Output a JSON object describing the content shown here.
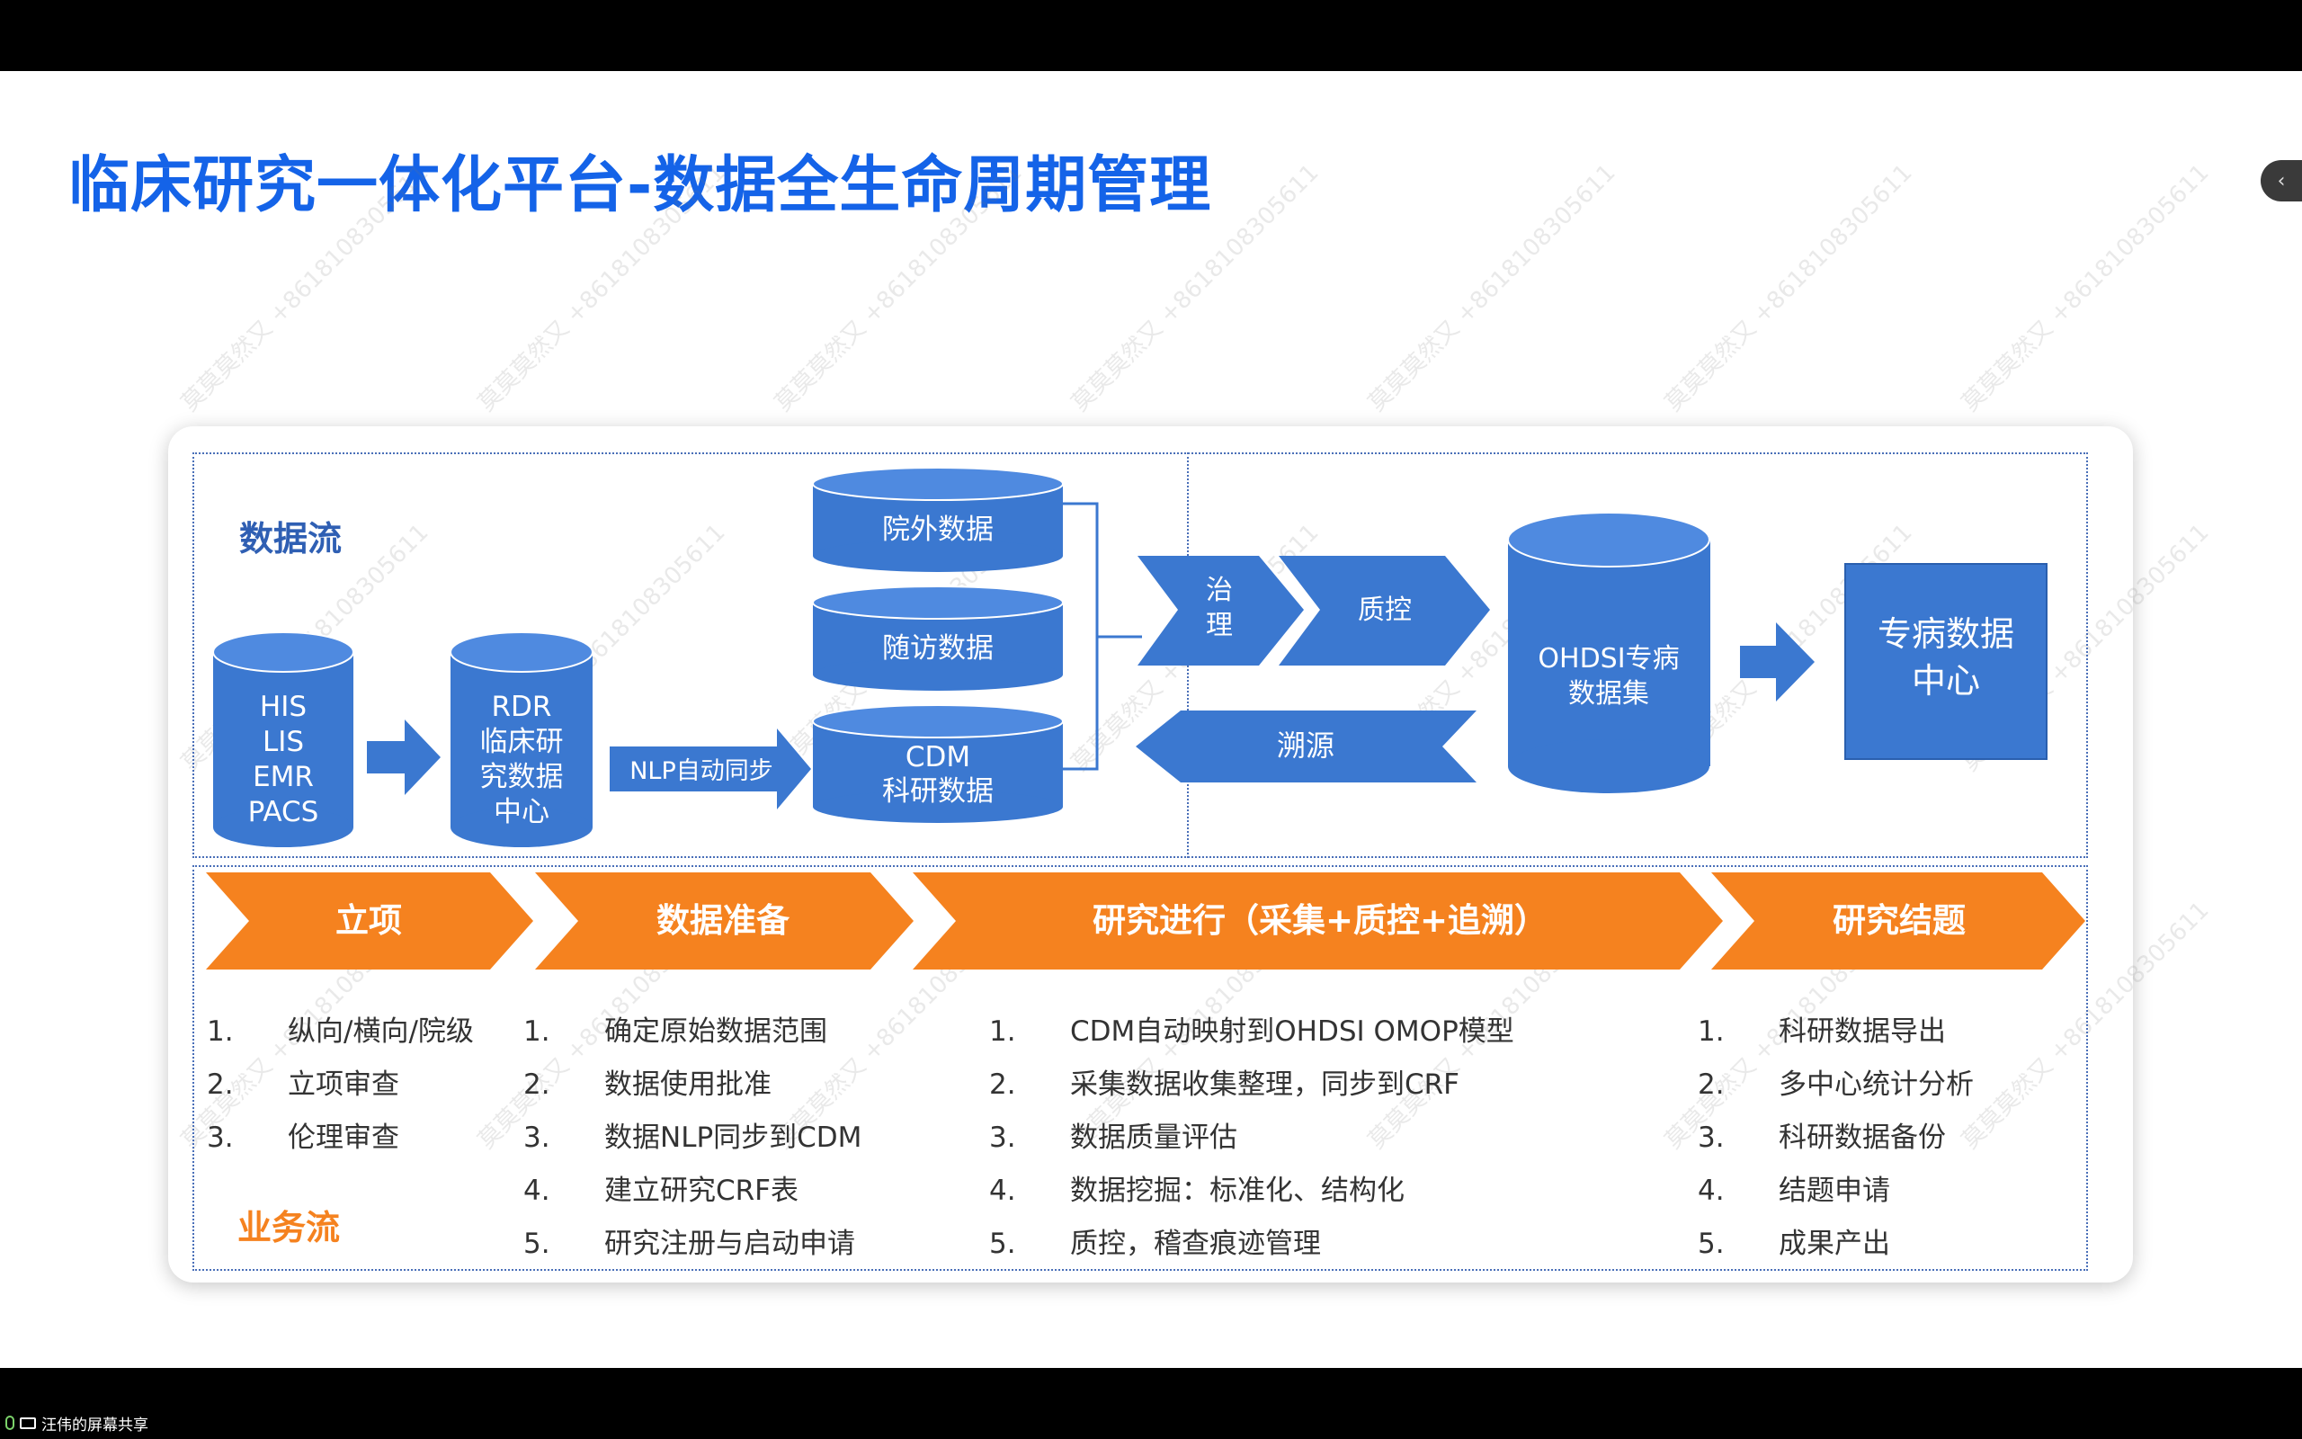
{
  "slide": {
    "title": "临床研究一体化平台-数据全生命周期管理",
    "watermark": "莫莫莫然又 +8618108305611"
  },
  "data_flow": {
    "section_label": "数据流",
    "sources": [
      "HIS",
      "LIS",
      "EMR",
      "PACS"
    ],
    "rdr": [
      "RDR",
      "临床研",
      "究数据",
      "中心"
    ],
    "nlp_label": "NLP自动同步",
    "db_outside": "院外数据",
    "db_followup": "随访数据",
    "db_cdm": [
      "CDM",
      "科研数据"
    ],
    "govern": [
      "治",
      "理"
    ],
    "qc": "质控",
    "trace": "溯源",
    "ohdsi": [
      "OHDSI专病",
      "数据集"
    ],
    "center": [
      "专病数据",
      "中心"
    ]
  },
  "business_flow": {
    "section_label": "业务流",
    "phases": [
      {
        "title": "立项",
        "items": [
          "纵向/横向/院级",
          "立项审查",
          "伦理审查"
        ]
      },
      {
        "title": "数据准备",
        "items": [
          "确定原始数据范围",
          "数据使用批准",
          "数据NLP同步到CDM",
          "建立研究CRF表",
          "研究注册与启动申请"
        ]
      },
      {
        "title": "研究进行（采集+质控+追溯）",
        "items": [
          "CDM自动映射到OHDSI OMOP模型",
          "采集数据收集整理，同步到CRF",
          "数据质量评估",
          "数据挖掘：标准化、结构化",
          "质控，稽查痕迹管理"
        ]
      },
      {
        "title": "研究结题",
        "items": [
          "科研数据导出",
          "多中心统计分析",
          "科研数据备份",
          "结题申请",
          "成果产出"
        ]
      }
    ],
    "numbers": [
      "1.",
      "2.",
      "3.",
      "4.",
      "5."
    ]
  },
  "footer": {
    "share_label": "汪伟的屏幕共享"
  },
  "colors": {
    "title_blue": "#1463e8",
    "shape_blue": "#3b78d0",
    "orange": "#f5821f",
    "section_blue": "#2f5fb3"
  }
}
